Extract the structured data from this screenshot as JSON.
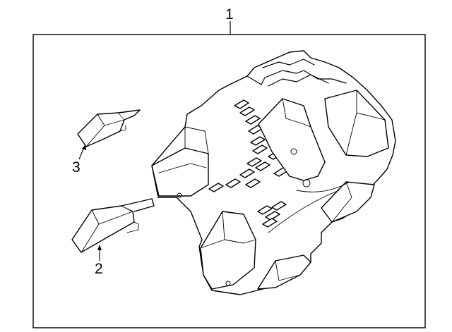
{
  "diagram": {
    "callouts": [
      {
        "id": "1",
        "label": "1",
        "part": "fuse-relay-box"
      },
      {
        "id": "2",
        "label": "2",
        "part": "relay"
      },
      {
        "id": "3",
        "label": "3",
        "part": "small-relay"
      }
    ],
    "colors": {
      "line": "#000000",
      "background": "#ffffff"
    }
  }
}
